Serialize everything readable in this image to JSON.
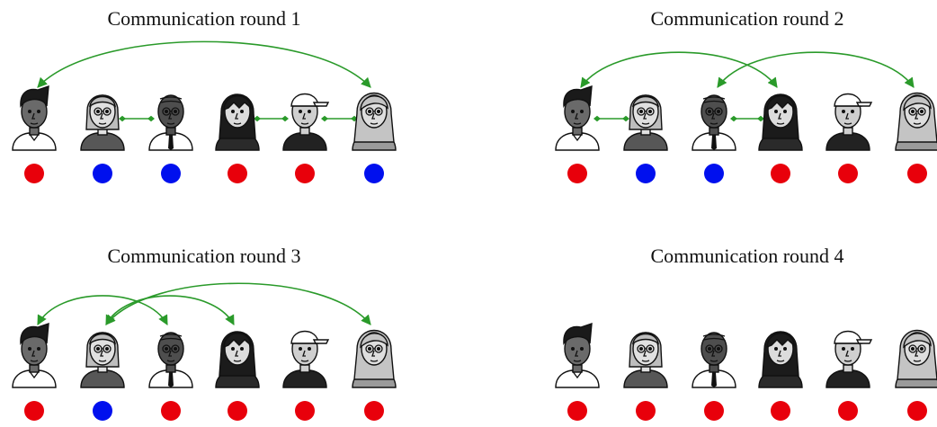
{
  "colors": {
    "red": "#e8000b",
    "blue": "#0010ee",
    "arrow": "#2a9a2a"
  },
  "people_icons": [
    "man-dark-hair-icon",
    "woman-glasses-icon",
    "bald-man-glasses-icon",
    "woman-bangs-icon",
    "man-cap-icon",
    "woman-blonde-icon"
  ],
  "panels": [
    {
      "title": "Communication round 1",
      "dots": [
        "red",
        "blue",
        "blue",
        "red",
        "red",
        "blue"
      ],
      "curved_links": [
        [
          0,
          5
        ]
      ],
      "adjacent_links": [
        [
          1,
          2
        ],
        [
          3,
          4
        ],
        [
          4,
          5
        ]
      ]
    },
    {
      "title": "Communication round 2",
      "dots": [
        "red",
        "blue",
        "blue",
        "red",
        "red",
        "red"
      ],
      "curved_links": [
        [
          0,
          3
        ],
        [
          2,
          5
        ]
      ],
      "adjacent_links": [
        [
          0,
          1
        ],
        [
          2,
          3
        ]
      ]
    },
    {
      "title": "Communication round 3",
      "dots": [
        "red",
        "blue",
        "red",
        "red",
        "red",
        "red"
      ],
      "curved_links": [
        [
          0,
          2
        ],
        [
          1,
          3
        ],
        [
          1,
          5
        ]
      ],
      "adjacent_links": []
    },
    {
      "title": "Communication round 4",
      "dots": [
        "red",
        "red",
        "red",
        "red",
        "red",
        "red"
      ],
      "curved_links": [],
      "adjacent_links": []
    }
  ]
}
